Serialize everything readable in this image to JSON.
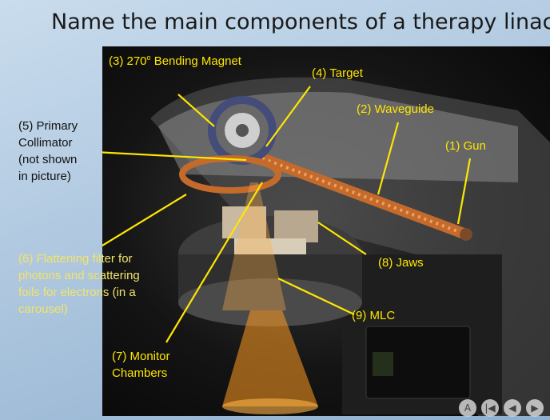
{
  "slide": {
    "title": "Name the main components of a therapy linac"
  },
  "labels": {
    "gun": "(1) Gun",
    "waveguide": "(2) Waveguide",
    "bending_magnet_prefix": "(3) 270",
    "bending_magnet_sup": "o",
    "bending_magnet_suffix": " Bending Magnet",
    "target": "(4) Target",
    "primary_collimator": [
      "(5) Primary",
      "Collimator",
      "(not shown",
      "in picture)"
    ],
    "flattening_filter": [
      "(6) Flattening filter for",
      "photons and scattering",
      "foils for electrons (in a",
      "carousel)"
    ],
    "monitor_chambers": [
      "(7) Monitor",
      "Chambers"
    ],
    "jaws": "(8) Jaws",
    "mlc": "(9) MLC"
  },
  "colors": {
    "label_yellow": "#ffe600",
    "label_light": "#f2e36a",
    "background_blue": "#a9c3dc"
  },
  "nav_controls": {
    "icons": [
      "A",
      "|◀",
      "◀",
      "▶"
    ]
  }
}
